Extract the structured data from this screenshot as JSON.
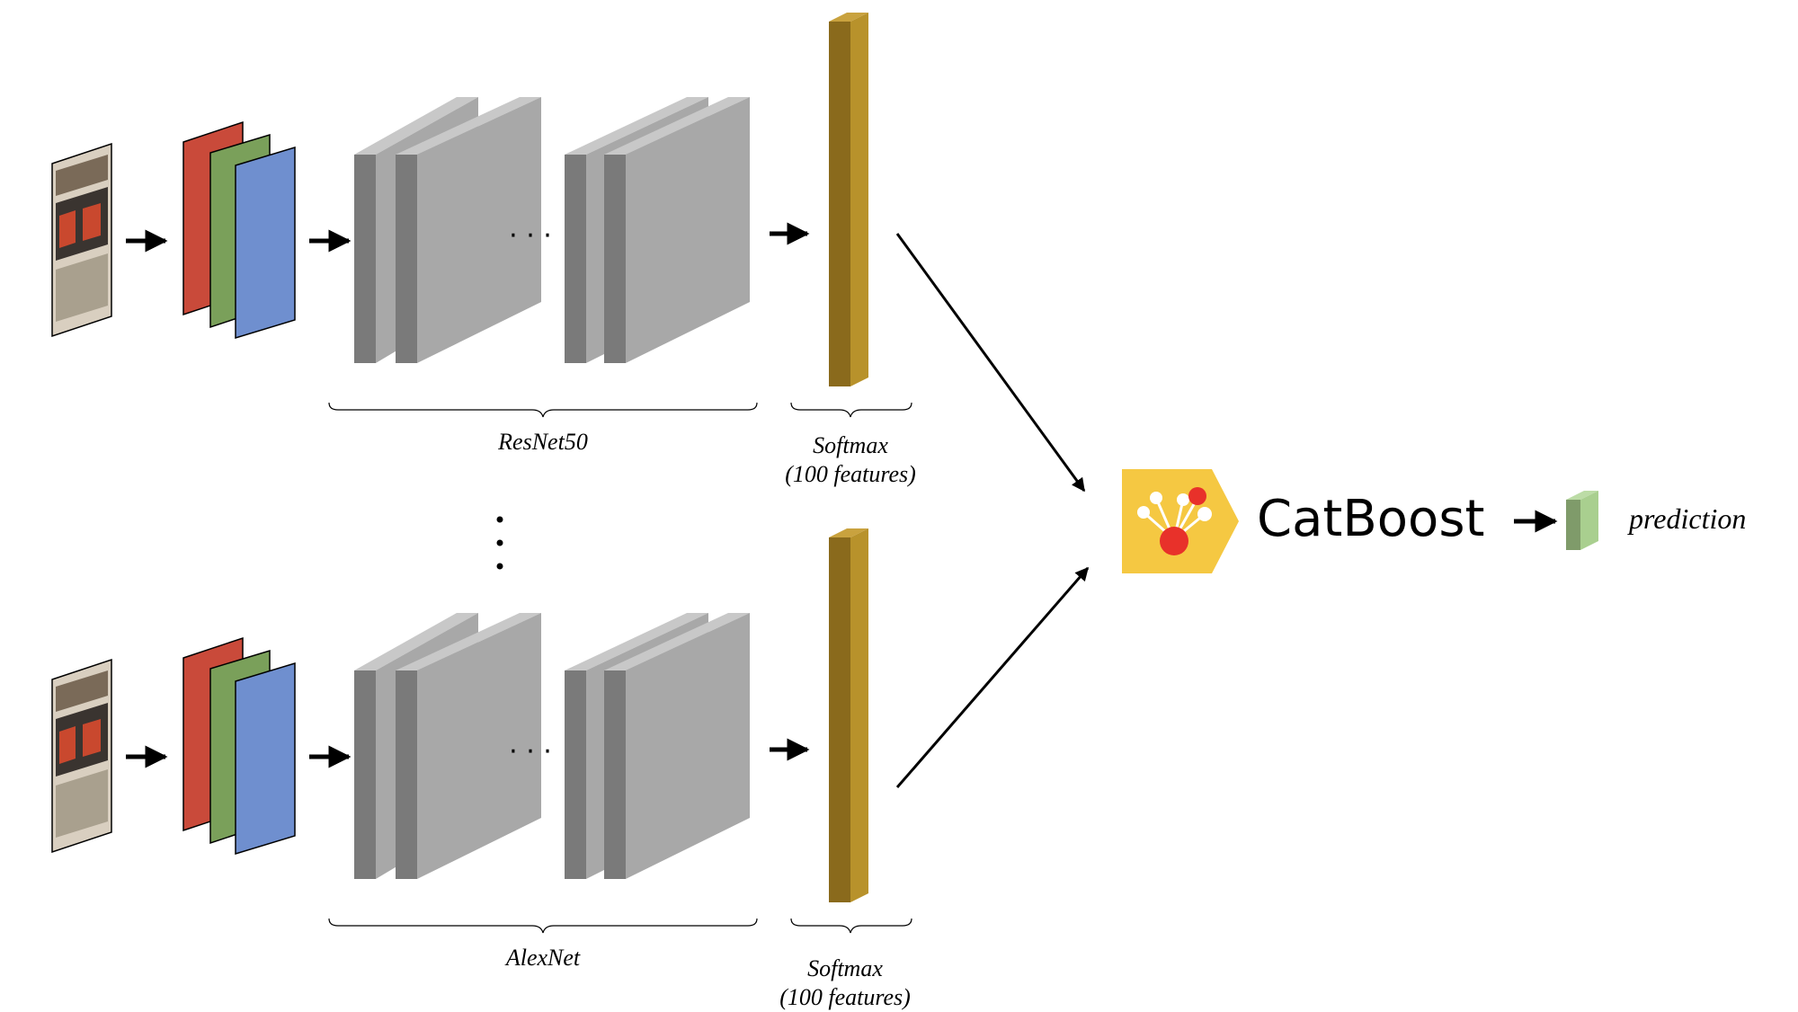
{
  "pipelines": [
    {
      "network_label": "ResNet50",
      "softmax_label": "Softmax",
      "softmax_sub": "(100 features)"
    },
    {
      "network_label": "AlexNet",
      "softmax_label": "Softmax",
      "softmax_sub": "(100 features)"
    }
  ],
  "ellipsis_h": "· · ·",
  "model_label": "CatBoost",
  "output_label": "prediction",
  "colors": {
    "layer_front": "#a8a8a8",
    "layer_side": "#7a7a7a",
    "layer_top": "#c8c8c8",
    "softmax_front": "#b8922b",
    "softmax_side": "#8a6a1c",
    "logo_bg": "#f5c842",
    "logo_red": "#e8312a",
    "channel_r": "#c94a3a",
    "channel_g": "#7aa05a",
    "channel_b": "#6f8fcf",
    "output_front": "#a9cf8f",
    "output_side": "#7f9b6a"
  }
}
